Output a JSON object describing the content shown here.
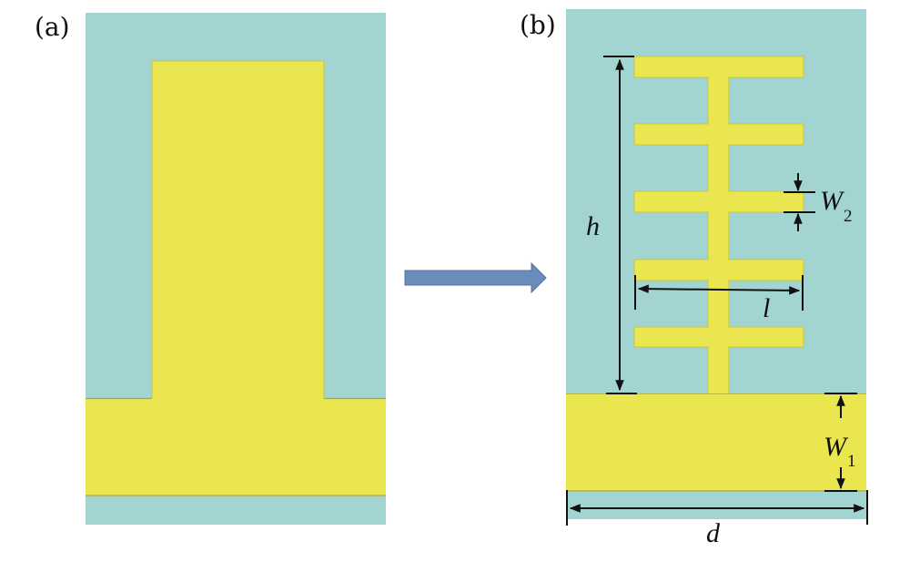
{
  "figure": {
    "panels": [
      {
        "id": "a",
        "label": "(a)",
        "description": "conventional monopole patch"
      },
      {
        "id": "b",
        "label": "(b)",
        "description": "comb-shaped (fishbone) patch with five stubs"
      }
    ],
    "transition_arrow": "right-arrow",
    "dimensions": {
      "h": {
        "symbol": "h",
        "subscript": ""
      },
      "l": {
        "symbol": "l",
        "subscript": ""
      },
      "W1": {
        "symbol": "W",
        "subscript": "1"
      },
      "W2": {
        "symbol": "W",
        "subscript": "2"
      },
      "d": {
        "symbol": "d",
        "subscript": ""
      }
    },
    "stub_count": 5,
    "colors": {
      "substrate": "#a2d4d1",
      "metal": "#e9e650",
      "metal_edge": "#b8b43a",
      "arrow": "#6a8cba",
      "arrow_edge": "#52719e",
      "dimension_line": "#111111"
    }
  }
}
